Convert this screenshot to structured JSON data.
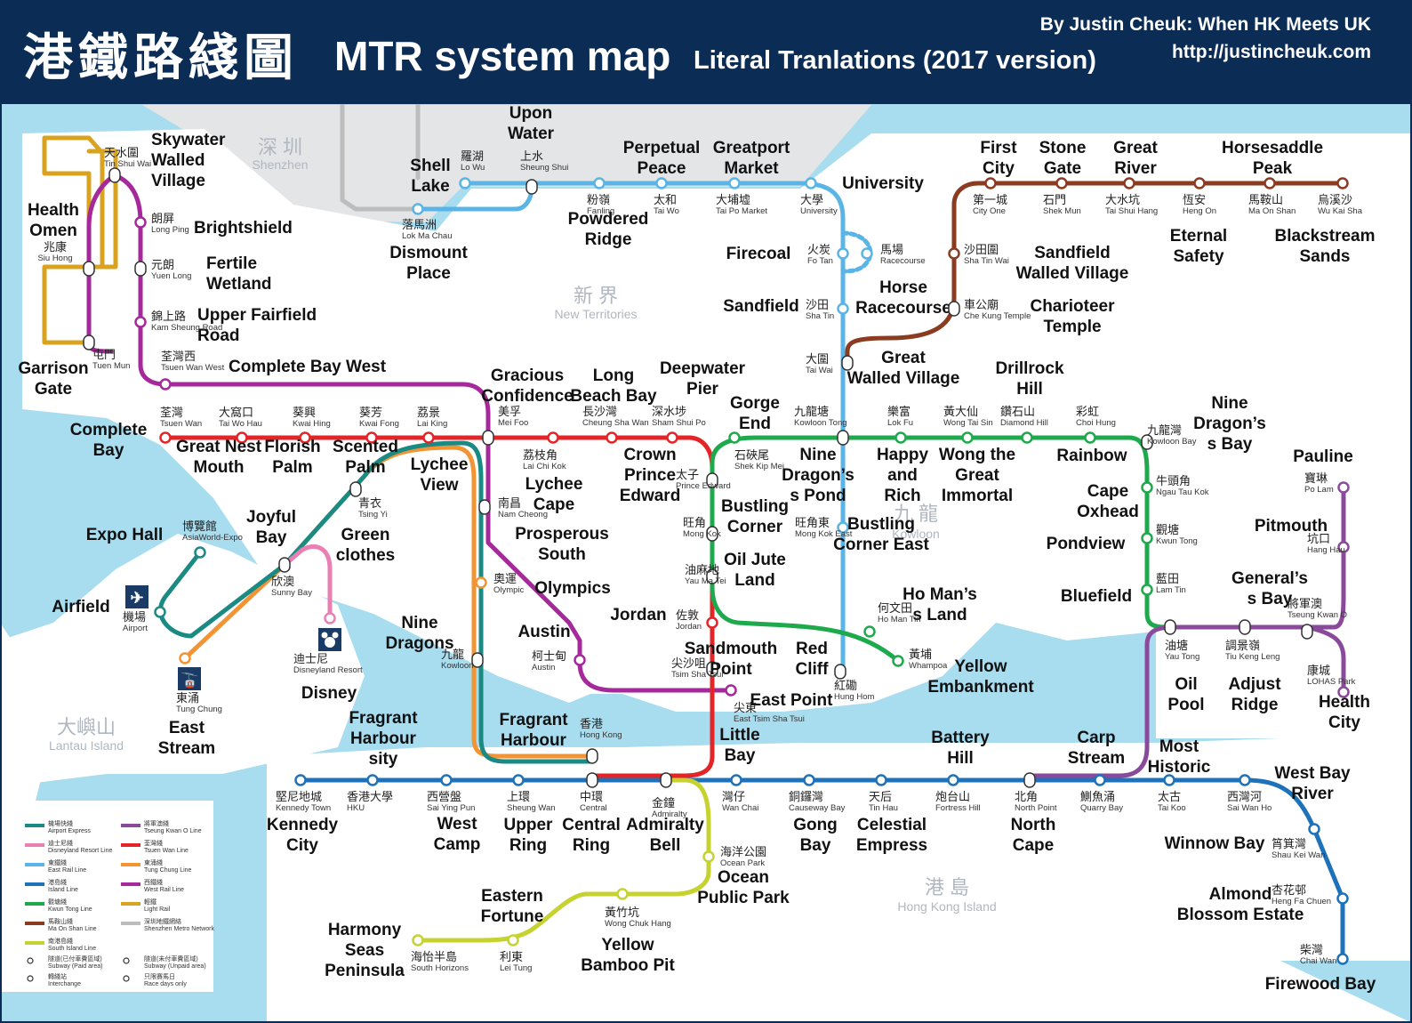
{
  "header": {
    "title_zh": "港鐵路綫圖",
    "title_en": "MTR system map",
    "subtitle": "Literal Tranlations (2017 version)",
    "byline": "By Justin Cheuk: When HK Meets UK",
    "url": "http://justincheuk.com"
  },
  "areas": [
    {
      "id": "shenzhen",
      "zh": "深 圳",
      "en": "Shenzhen"
    },
    {
      "id": "nt",
      "zh": "新 界",
      "en": "New Territories"
    },
    {
      "id": "kowloon",
      "zh": "九 龍",
      "en": "Kowloon"
    },
    {
      "id": "lantau",
      "zh": "大嶼山",
      "en": "Lantau Island"
    },
    {
      "id": "hki",
      "zh": "港 島",
      "en": "Hong Kong Island"
    }
  ],
  "line_colors": {
    "airport": "#1a8a83",
    "disney": "#e97fb3",
    "east": "#5ab4e5",
    "island": "#1e72ba",
    "kwuntong": "#1eaa4c",
    "maonshan": "#8b3b1f",
    "southisland": "#c5d22f",
    "tko": "#8a4a9c",
    "tsuenwan": "#e42528",
    "tungchung": "#f39434",
    "west": "#a6299b",
    "lightrail": "#d9a31f",
    "shenzhen": "#bdbdbd"
  },
  "stations": [
    {
      "id": "tsw",
      "en": "Skywater Walled Village",
      "zh": "天水圍",
      "rom": "Tin Shui Wai"
    },
    {
      "id": "lp",
      "en": "Brightshield",
      "zh": "朗屏",
      "rom": "Long Ping"
    },
    {
      "id": "yl",
      "en": "Fertile Wetland",
      "zh": "元朗",
      "rom": "Yuen Long"
    },
    {
      "id": "ksr",
      "en": "Upper Fairfield Road",
      "zh": "錦上路",
      "rom": "Kam Sheung Road"
    },
    {
      "id": "tww",
      "en": "Complete Bay West",
      "zh": "荃灣西",
      "rom": "Tsuen Wan West"
    },
    {
      "id": "sh",
      "en": "Health Omen",
      "zh": "兆康",
      "rom": "Siu Hong"
    },
    {
      "id": "tm",
      "en": "Garrison Gate",
      "zh": "屯門",
      "rom": "Tuen Mun"
    },
    {
      "id": "tsuenwan",
      "en": "Complete Bay",
      "zh": "荃灣",
      "rom": "Tsuen Wan"
    },
    {
      "id": "twh",
      "en": "Great Nest Mouth",
      "zh": "大窩口",
      "rom": "Tai Wo Hau"
    },
    {
      "id": "kh",
      "en": "Florish Palm",
      "zh": "葵興",
      "rom": "Kwai Hing"
    },
    {
      "id": "kf",
      "en": "Scented Palm",
      "zh": "葵芳",
      "rom": "Kwai Fong"
    },
    {
      "id": "lk",
      "en": "Lychee View",
      "zh": "荔景",
      "rom": "Lai King"
    },
    {
      "id": "mf",
      "en": "Gracious Confidence",
      "zh": "美孚",
      "rom": "Mei Foo"
    },
    {
      "id": "csw",
      "en": "Long Beach Bay",
      "zh": "長沙灣",
      "rom": "Cheung Sha Wan"
    },
    {
      "id": "ssp",
      "en": "Deepwater Pier",
      "zh": "深水埗",
      "rom": "Sham Shui Po"
    },
    {
      "id": "lck",
      "en": "Lychee Cape",
      "zh": "荔枝角",
      "rom": "Lai Chi Kok"
    },
    {
      "id": "ncw",
      "en": "Prosperous South",
      "zh": "南昌",
      "rom": "Nam Cheong"
    },
    {
      "id": "oly",
      "en": "Olympics",
      "zh": "奧運",
      "rom": "Olympic"
    },
    {
      "id": "aus",
      "en": "Austin",
      "zh": "柯士甸",
      "rom": "Austin"
    },
    {
      "id": "kow",
      "en": "Nine Dragons",
      "zh": "九龍",
      "rom": "Kowloon"
    },
    {
      "id": "hkg",
      "en": "Fragrant Harbour",
      "zh": "香港",
      "rom": "Hong Kong"
    },
    {
      "id": "ty",
      "en": "Green clothes",
      "zh": "青衣",
      "rom": "Tsing Yi"
    },
    {
      "id": "sun",
      "en": "Joyful Bay",
      "zh": "欣澳",
      "rom": "Sunny Bay"
    },
    {
      "id": "dis",
      "en": "Disney",
      "zh": "迪士尼",
      "rom": "Disneyland Resort"
    },
    {
      "id": "awe",
      "en": "Expo Hall",
      "zh": "博覽館",
      "rom": "AsiaWorld-Expo"
    },
    {
      "id": "air",
      "en": "Airfield",
      "zh": "機場",
      "rom": "Airport"
    },
    {
      "id": "tc",
      "en": "East Stream",
      "zh": "東涌",
      "rom": "Tung Chung"
    },
    {
      "id": "lw",
      "en": "Shell Lake",
      "zh": "羅湖",
      "rom": "Lo Wu"
    },
    {
      "id": "lmc",
      "en": "Dismount Place",
      "zh": "落馬洲",
      "rom": "Lok Ma Chau"
    },
    {
      "id": "ss",
      "en": "Upon Water",
      "zh": "上水",
      "rom": "Sheung Shui"
    },
    {
      "id": "fan",
      "en": "Powdered Ridge",
      "zh": "粉嶺",
      "rom": "Fanling"
    },
    {
      "id": "two",
      "en": "Perpetual Peace",
      "zh": "太和",
      "rom": "Tai Wo"
    },
    {
      "id": "tpm",
      "en": "Greatport Market",
      "zh": "大埔墟",
      "rom": "Tai Po Market"
    },
    {
      "id": "uni",
      "en": "University",
      "zh": "大學",
      "rom": "University"
    },
    {
      "id": "fot",
      "en": "Firecoal",
      "zh": "火炭",
      "rom": "Fo Tan"
    },
    {
      "id": "rac",
      "en": "Horse Racecourse",
      "zh": "馬場",
      "rom": "Racecourse"
    },
    {
      "id": "sht",
      "en": "Sandfield",
      "zh": "沙田",
      "rom": "Sha Tin"
    },
    {
      "id": "tai",
      "en": "Great Walled Village",
      "zh": "大圍",
      "rom": "Tai Wai"
    },
    {
      "id": "std",
      "en": "Sandfield Walled Village",
      "zh": "沙田圍",
      "rom": "Sha Tin Wai"
    },
    {
      "id": "ckt",
      "en": "Charioteer Temple",
      "zh": "車公廟",
      "rom": "Che Kung Temple"
    },
    {
      "id": "cio",
      "en": "First City",
      "zh": "第一城",
      "rom": "City One"
    },
    {
      "id": "shm",
      "en": "Stone Gate",
      "zh": "石門",
      "rom": "Shek Mun"
    },
    {
      "id": "tsh",
      "en": "Great River",
      "zh": "大水坑",
      "rom": "Tai Shui Hang"
    },
    {
      "id": "heo",
      "en": "Eternal Safety",
      "zh": "恆安",
      "rom": "Heng On"
    },
    {
      "id": "mos",
      "en": "Horsesaddle Peak",
      "zh": "馬鞍山",
      "rom": "Ma On Shan"
    },
    {
      "id": "wks",
      "en": "Blackstream Sands",
      "zh": "烏溪沙",
      "rom": "Wu Kai Sha"
    },
    {
      "id": "kot",
      "en": "Nine Dragon's Pond",
      "zh": "九龍塘",
      "rom": "Kowloon Tong"
    },
    {
      "id": "skm",
      "en": "Gorge End",
      "zh": "石硤尾",
      "rom": "Shek Kip Mei"
    },
    {
      "id": "pre",
      "en": "Crown Prince Edward",
      "zh": "太子",
      "rom": "Prince Edward"
    },
    {
      "id": "mok",
      "en": "Bustling Corner",
      "zh": "旺角",
      "rom": "Mong Kok"
    },
    {
      "id": "mke",
      "en": "Bustling Corner East",
      "zh": "旺角東",
      "rom": "Mong Kok East"
    },
    {
      "id": "ymt",
      "en": "Oil Jute Land",
      "zh": "油麻地",
      "rom": "Yau Ma Tei"
    },
    {
      "id": "jor",
      "en": "Jordan",
      "zh": "佐敦",
      "rom": "Jordan"
    },
    {
      "id": "tst",
      "en": "Sandmouth Point",
      "zh": "尖沙咀",
      "rom": "Tsim Sha Tsui"
    },
    {
      "id": "ets",
      "en": "East Point",
      "zh": "尖東",
      "rom": "East Tsim Sha Tsui"
    },
    {
      "id": "hom",
      "en": "Red Cliff",
      "zh": "紅磡",
      "rom": "Hung Hom"
    },
    {
      "id": "hmt",
      "en": "Ho Man's Land",
      "zh": "何文田",
      "rom": "Ho Man Tin"
    },
    {
      "id": "wha",
      "en": "Yellow Embankment",
      "zh": "黃埔",
      "rom": "Whampoa"
    },
    {
      "id": "lof",
      "en": "Happy and Rich",
      "zh": "樂富",
      "rom": "Lok Fu"
    },
    {
      "id": "wts",
      "en": "Wong the Great Immortal",
      "zh": "黃大仙",
      "rom": "Wong Tai Sin"
    },
    {
      "id": "dih",
      "en": "Drillrock Hill",
      "zh": "鑽石山",
      "rom": "Diamond Hill"
    },
    {
      "id": "chh",
      "en": "Rainbow",
      "zh": "彩虹",
      "rom": "Choi Hung"
    },
    {
      "id": "kob",
      "en": "Nine Dragon's Bay",
      "zh": "九龍灣",
      "rom": "Kowloon Bay"
    },
    {
      "id": "ntk",
      "en": "Cape Oxhead",
      "zh": "牛頭角",
      "rom": "Ngau Tau Kok"
    },
    {
      "id": "kwt",
      "en": "Pondview",
      "zh": "觀塘",
      "rom": "Kwun Tong"
    },
    {
      "id": "lat",
      "en": "Bluefield",
      "zh": "藍田",
      "rom": "Lam Tin"
    },
    {
      "id": "yat",
      "en": "Oil Pool",
      "zh": "油塘",
      "rom": "Yau Tong"
    },
    {
      "id": "tik",
      "en": "Adjust Ridge",
      "zh": "調景嶺",
      "rom": "Tiu Keng Leng"
    },
    {
      "id": "tko",
      "en": "General's Bay",
      "zh": "將軍澳",
      "rom": "Tseung Kwan O"
    },
    {
      "id": "lhp",
      "en": "Health City",
      "zh": "康城",
      "rom": "LOHAS Park"
    },
    {
      "id": "hah",
      "en": "Pitmouth",
      "zh": "坑口",
      "rom": "Hang Hau"
    },
    {
      "id": "pol",
      "en": "Pauline",
      "zh": "寶琳",
      "rom": "Po Lam"
    },
    {
      "id": "ket",
      "en": "Kennedy City",
      "zh": "堅尼地城",
      "rom": "Kennedy Town"
    },
    {
      "id": "hku",
      "en": "Harbour University",
      "zh": "香港大學",
      "rom": "HKU"
    },
    {
      "id": "syp",
      "en": "West Camp",
      "zh": "西營盤",
      "rom": "Sai Ying Pun"
    },
    {
      "id": "shw",
      "en": "Upper Ring",
      "zh": "上環",
      "rom": "Sheung Wan"
    },
    {
      "id": "cen",
      "en": "Central Ring",
      "zh": "中環",
      "rom": "Central"
    },
    {
      "id": "adm",
      "en": "Admiralty Bell",
      "zh": "金鐘",
      "rom": "Admiralty"
    },
    {
      "id": "wac",
      "en": "Little Bay",
      "zh": "灣仔",
      "rom": "Wan Chai"
    },
    {
      "id": "cab",
      "en": "Gong Bay",
      "zh": "銅鑼灣",
      "rom": "Causeway Bay"
    },
    {
      "id": "tih",
      "en": "Celestial Empress",
      "zh": "天后",
      "rom": "Tin Hau"
    },
    {
      "id": "foh",
      "en": "Battery Hill",
      "zh": "炮台山",
      "rom": "Fortress Hill"
    },
    {
      "id": "nop",
      "en": "North Cape",
      "zh": "北角",
      "rom": "North Point"
    },
    {
      "id": "qub",
      "en": "Carp Stream",
      "zh": "鰂魚涌",
      "rom": "Quarry Bay"
    },
    {
      "id": "tak",
      "en": "Most Historic",
      "zh": "太古",
      "rom": "Tai Koo"
    },
    {
      "id": "swh",
      "en": "West Bay River",
      "zh": "西灣河",
      "rom": "Sai Wan Ho"
    },
    {
      "id": "skw",
      "en": "Winnow Bay",
      "zh": "筲箕灣",
      "rom": "Shau Kei Wan"
    },
    {
      "id": "hfc",
      "en": "Almond Blossom Estate",
      "zh": "杏花邨",
      "rom": "Heng Fa Chuen"
    },
    {
      "id": "chw",
      "en": "Firewood Bay",
      "zh": "柴灣",
      "rom": "Chai Wan"
    },
    {
      "id": "ocp",
      "en": "Ocean Public Park",
      "zh": "海洋公園",
      "rom": "Ocean Park"
    },
    {
      "id": "wch",
      "en": "Yellow Bamboo Pit",
      "zh": "黃竹坑",
      "rom": "Wong Chuk Hang"
    },
    {
      "id": "let",
      "en": "Eastern Fortune",
      "zh": "利東",
      "rom": "Lei Tung"
    },
    {
      "id": "soh",
      "en": "Harmony Seas Peninsula",
      "zh": "海怡半島",
      "rom": "South Horizons"
    }
  ],
  "legend": [
    {
      "zh": "機場快綫",
      "en": "Airport Express",
      "color": "#1a8a83"
    },
    {
      "zh": "將軍澳綫",
      "en": "Tseung Kwan O Line",
      "color": "#8a4a9c"
    },
    {
      "zh": "迪士尼綫",
      "en": "Disneyland Resort Line",
      "color": "#e97fb3"
    },
    {
      "zh": "荃灣綫",
      "en": "Tsuen Wan Line",
      "color": "#e42528"
    },
    {
      "zh": "東鐵綫",
      "en": "East Rail Line",
      "color": "#5ab4e5"
    },
    {
      "zh": "東涌綫",
      "en": "Tung Chung Line",
      "color": "#f39434"
    },
    {
      "zh": "港島綫",
      "en": "Island Line",
      "color": "#1e72ba"
    },
    {
      "zh": "西鐵綫",
      "en": "West Rail Line",
      "color": "#a6299b"
    },
    {
      "zh": "觀塘綫",
      "en": "Kwun Tong Line",
      "color": "#1eaa4c"
    },
    {
      "zh": "輕鐵",
      "en": "Light Rail",
      "color": "#d9a31f"
    },
    {
      "zh": "馬鞍山綫",
      "en": "Ma On Shan Line",
      "color": "#8b3b1f"
    },
    {
      "zh": "深圳地鐵網絡",
      "en": "Shenzhen Metro Network",
      "color": "#bdbdbd"
    },
    {
      "zh": "南港島綫",
      "en": "South Island Line",
      "color": "#c5d22f"
    }
  ],
  "legend_symbols": [
    {
      "zh": "隧道(已付車費區域)",
      "en": "Subway (Paid area)"
    },
    {
      "zh": "隧道(未付車費區域)",
      "en": "Subway (Unpaid area)"
    },
    {
      "zh": "轉綫站",
      "en": "Interchange"
    },
    {
      "zh": "只限賽馬日",
      "en": "Race days only"
    }
  ]
}
